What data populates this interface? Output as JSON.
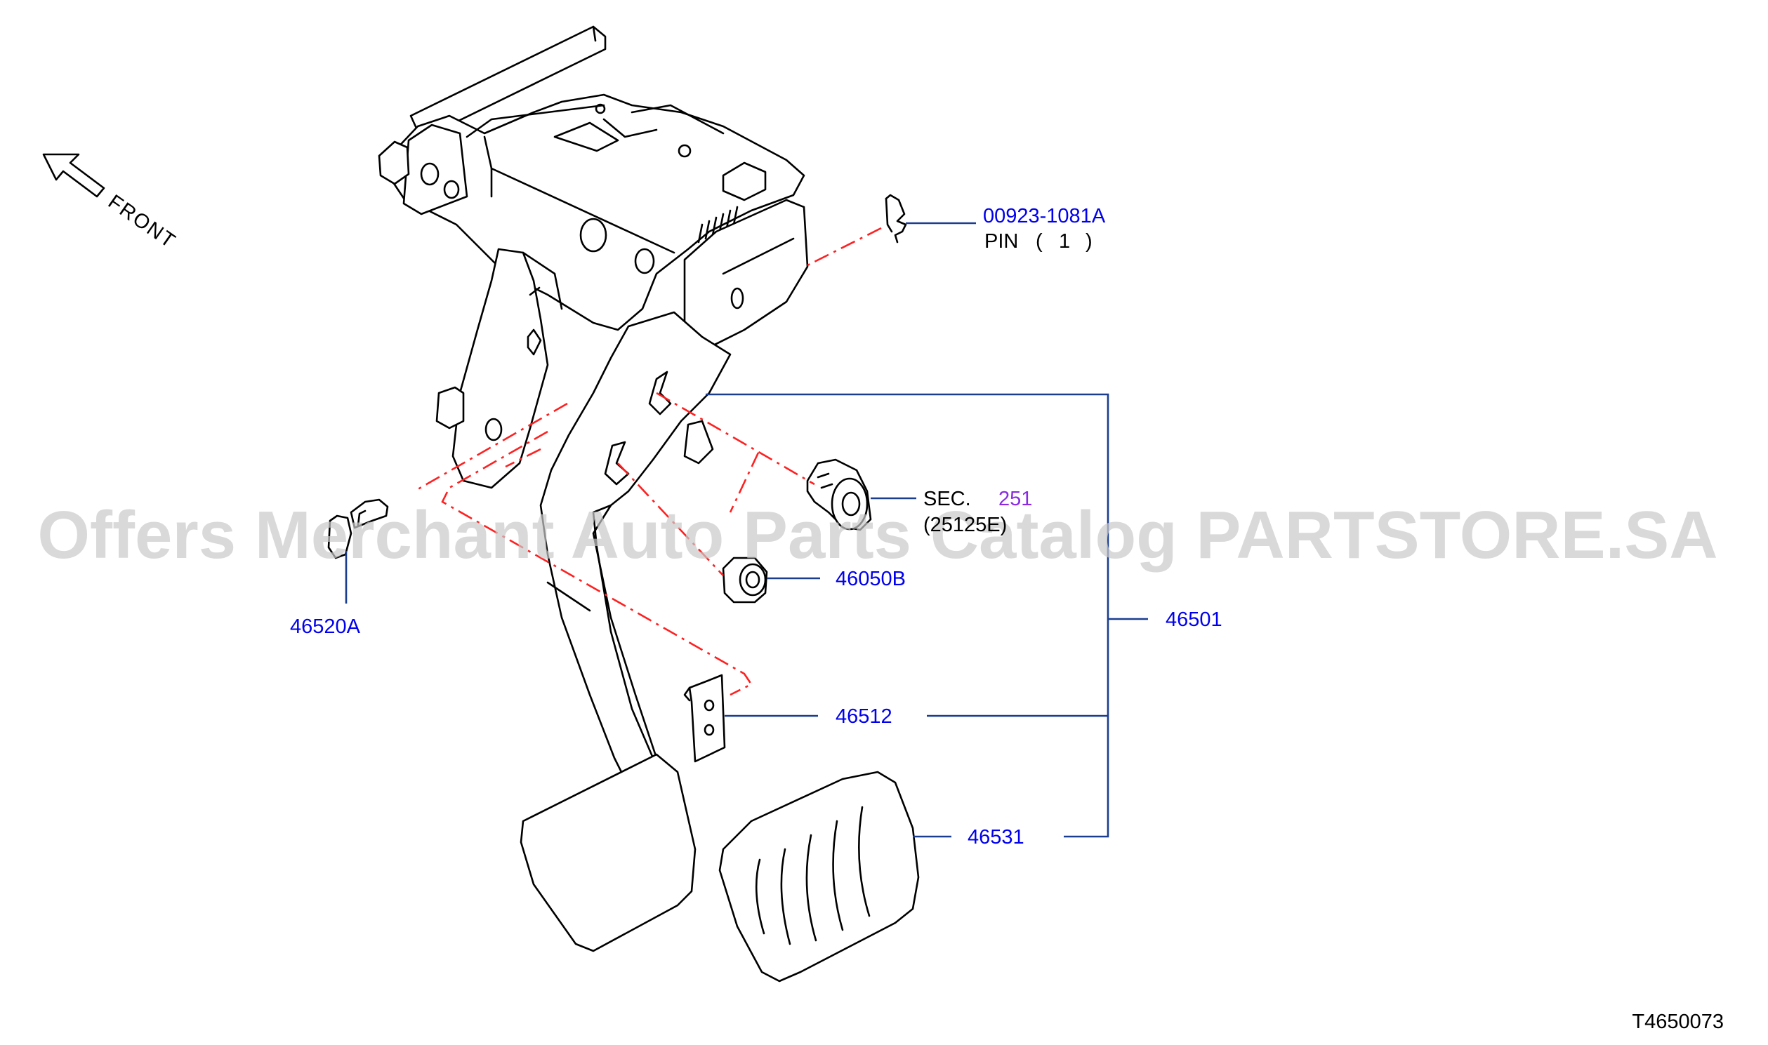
{
  "diagram": {
    "direction_label": "FRONT",
    "drawing_code": "T4650073",
    "watermark": "Offers Merchant Auto Parts Catalog PARTSTORE.SA",
    "callouts": {
      "pin_part": "00923-1081A",
      "pin_name": "PIN",
      "pin_qty_open": "(",
      "pin_qty": "1",
      "pin_qty_close": ")",
      "sec_label": "SEC.",
      "sec_number": "251",
      "sec_ref": "(25125E)",
      "bushing": "46050B",
      "stopper": "46520A",
      "assembly": "46501",
      "bracket": "46512",
      "pad": "46531"
    },
    "colors": {
      "part_number": "#0000ee",
      "section_number": "#8a2be2",
      "leader_line": "#1a3d8f",
      "phantom_line": "#ff2020",
      "outline": "#000000"
    }
  }
}
